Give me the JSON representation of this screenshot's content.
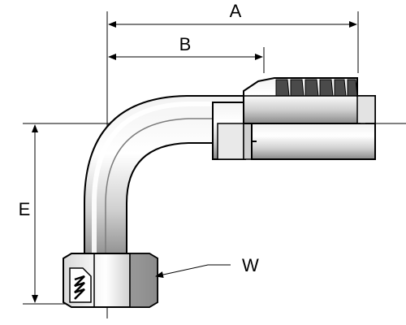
{
  "labels": {
    "a": "A",
    "b": "B",
    "e": "E",
    "w": "W"
  },
  "colors": {
    "outline": "#000000",
    "metal_light": "#ededed",
    "metal_mid": "#cfcfcf",
    "metal_dark": "#8f8f8f",
    "shadow": "#5a5a5a"
  }
}
